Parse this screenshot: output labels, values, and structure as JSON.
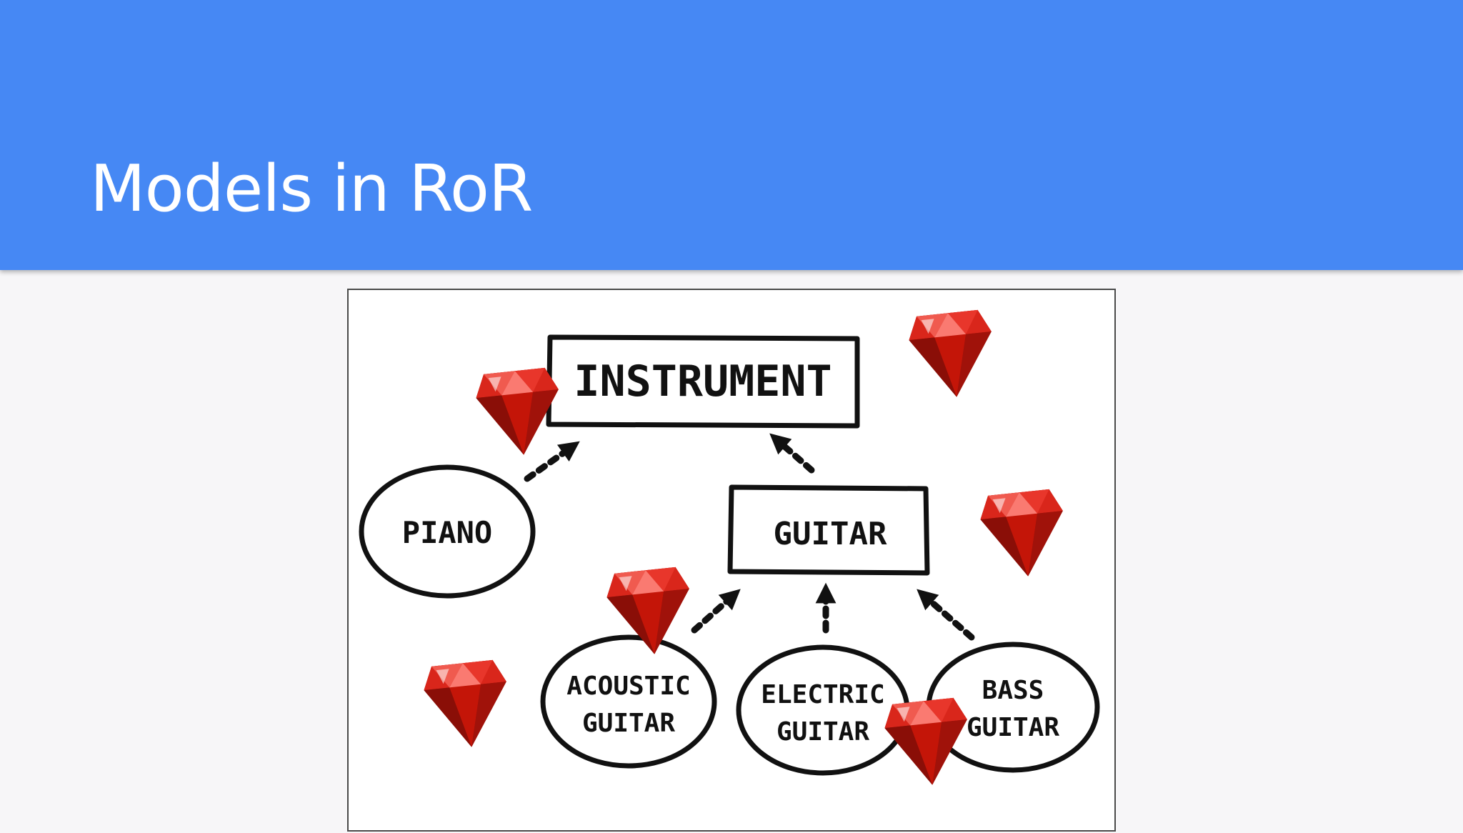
{
  "slide": {
    "title": "Models in RoR",
    "header_color": "#4688f4",
    "background": "#f7f6f8"
  },
  "diagram": {
    "nodes": {
      "instrument": "INSTRUMENT",
      "piano": "PIANO",
      "guitar": "GUITAR",
      "acoustic_line1": "ACOUSTIC",
      "acoustic_line2": "GUITAR",
      "electric_line1": "ELECTRIC",
      "electric_line2": "GUITAR",
      "bass_line1": "BASS",
      "bass_line2": "GUITAR"
    },
    "decoration_icon": "ruby-gem-icon",
    "ruby_color": "#c41508"
  }
}
